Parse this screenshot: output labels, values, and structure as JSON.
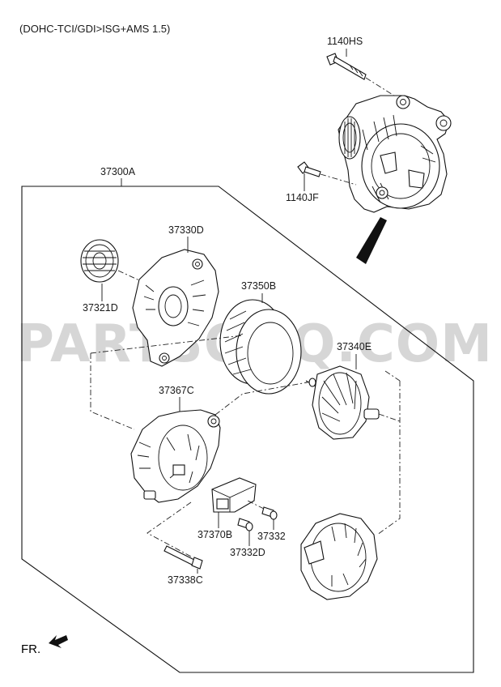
{
  "header": {
    "variant": "(DOHC-TCI/GDI>ISG+AMS 1.5)"
  },
  "watermark": {
    "text": "PARTSOUQ.COM"
  },
  "labels": {
    "p1140HS": "1140HS",
    "p1140JF": "1140JF",
    "p37300A": "37300A",
    "p37330D": "37330D",
    "p37321D": "37321D",
    "p37350B": "37350B",
    "p37340E": "37340E",
    "p37367C": "37367C",
    "p37370B": "37370B",
    "p37332": "37332",
    "p37332D": "37332D",
    "p37338C": "37338C"
  },
  "direction": {
    "label": "FR."
  }
}
